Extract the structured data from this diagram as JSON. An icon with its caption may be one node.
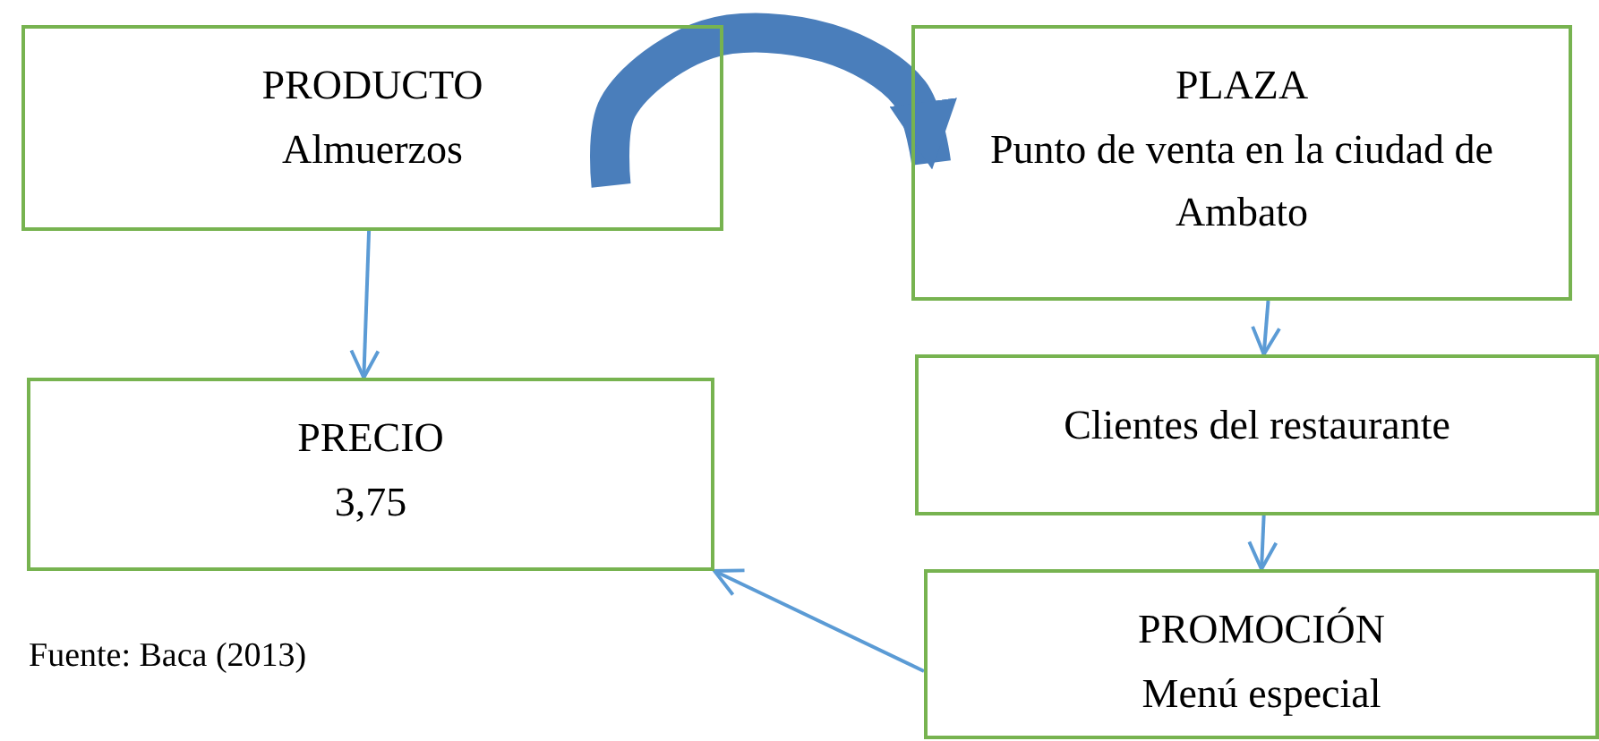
{
  "diagram": {
    "nodes": [
      {
        "text": [
          "PRODUCTO",
          "Almuerzos"
        ]
      },
      {
        "text": [
          "PLAZA",
          "Punto de venta en la ciudad de Ambato"
        ]
      },
      {
        "text": [
          "PRECIO",
          "3,75"
        ]
      },
      {
        "text": [
          "Clientes del restaurante"
        ]
      },
      {
        "text": [
          "PROMOCIÓN",
          "Menú especial"
        ]
      }
    ],
    "edges": [
      {
        "from": 0,
        "to": 1,
        "arrow": "to",
        "style": "thick",
        "color": "#4a7ebb"
      },
      {
        "from": 0,
        "to": 2,
        "arrow": "to"
      },
      {
        "from": 1,
        "to": 3,
        "arrow": "to"
      },
      {
        "from": 3,
        "to": 4,
        "arrow": "to"
      },
      {
        "from": 4,
        "to": 2,
        "arrow": "to"
      }
    ],
    "labels": [
      "Fuente: Baca (2013)"
    ]
  }
}
